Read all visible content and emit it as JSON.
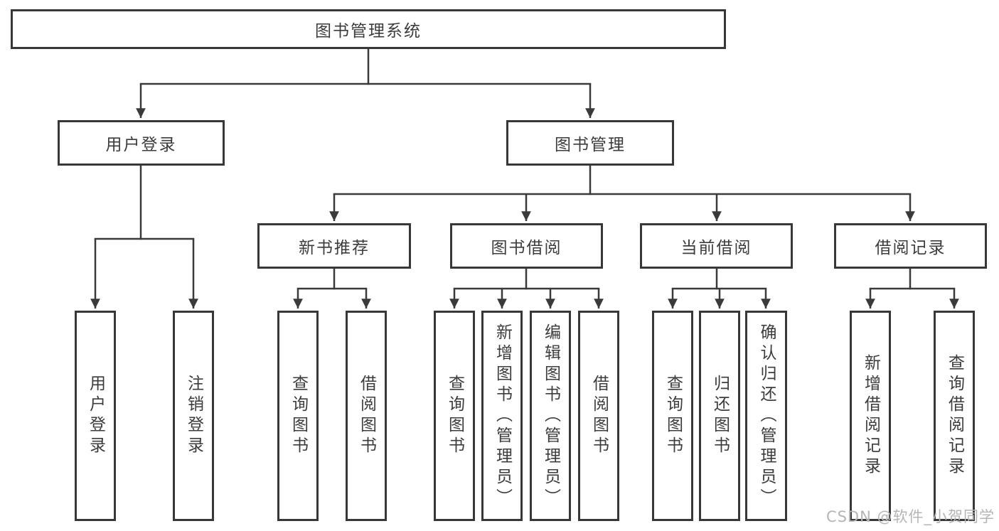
{
  "theme": {
    "background": "#ffffff",
    "line_color": "#3a3a3a",
    "box_border_color": "#383838",
    "text_color": "#3c3c3c",
    "watermark_color": "#b5b5b5"
  },
  "watermark": {
    "text": "CSDN @软件_小贺同学"
  },
  "diagram": {
    "type": "tree",
    "nodes": {
      "root": {
        "label": "图书管理系统",
        "children": [
          "user_login",
          "book_mgmt"
        ]
      },
      "user_login": {
        "label": "用户登录",
        "children": [
          "leaf_user_login",
          "leaf_logout"
        ]
      },
      "book_mgmt": {
        "label": "图书管理",
        "children": [
          "new_book_rec",
          "book_borrow",
          "current_borrow",
          "borrow_record"
        ]
      },
      "new_book_rec": {
        "label": "新书推荐",
        "children": [
          "leaf_query_book_a",
          "leaf_borrow_book_a"
        ]
      },
      "book_borrow": {
        "label": "图书借阅",
        "children": [
          "leaf_query_book_b",
          "leaf_add_book",
          "leaf_edit_book",
          "leaf_borrow_book_b"
        ]
      },
      "current_borrow": {
        "label": "当前借阅",
        "children": [
          "leaf_query_book_c",
          "leaf_return_book",
          "leaf_confirm_return"
        ]
      },
      "borrow_record": {
        "label": "借阅记录",
        "children": [
          "leaf_add_borrow_record",
          "leaf_query_borrow_record"
        ]
      },
      "leaf_user_login": {
        "label": "用户登录"
      },
      "leaf_logout": {
        "label": "注销登录"
      },
      "leaf_query_book_a": {
        "label": "查询图书"
      },
      "leaf_borrow_book_a": {
        "label": "借阅图书"
      },
      "leaf_query_book_b": {
        "label": "查询图书"
      },
      "leaf_add_book": {
        "label": "新增图书（管理员）"
      },
      "leaf_edit_book": {
        "label": "编辑图书（管理员）"
      },
      "leaf_borrow_book_b": {
        "label": "借阅图书"
      },
      "leaf_query_book_c": {
        "label": "查询图书"
      },
      "leaf_return_book": {
        "label": "归还图书"
      },
      "leaf_confirm_return": {
        "label": "确认归还（管理员）"
      },
      "leaf_add_borrow_record": {
        "label": "新增借阅记录"
      },
      "leaf_query_borrow_record": {
        "label": "查询借阅记录"
      }
    }
  }
}
